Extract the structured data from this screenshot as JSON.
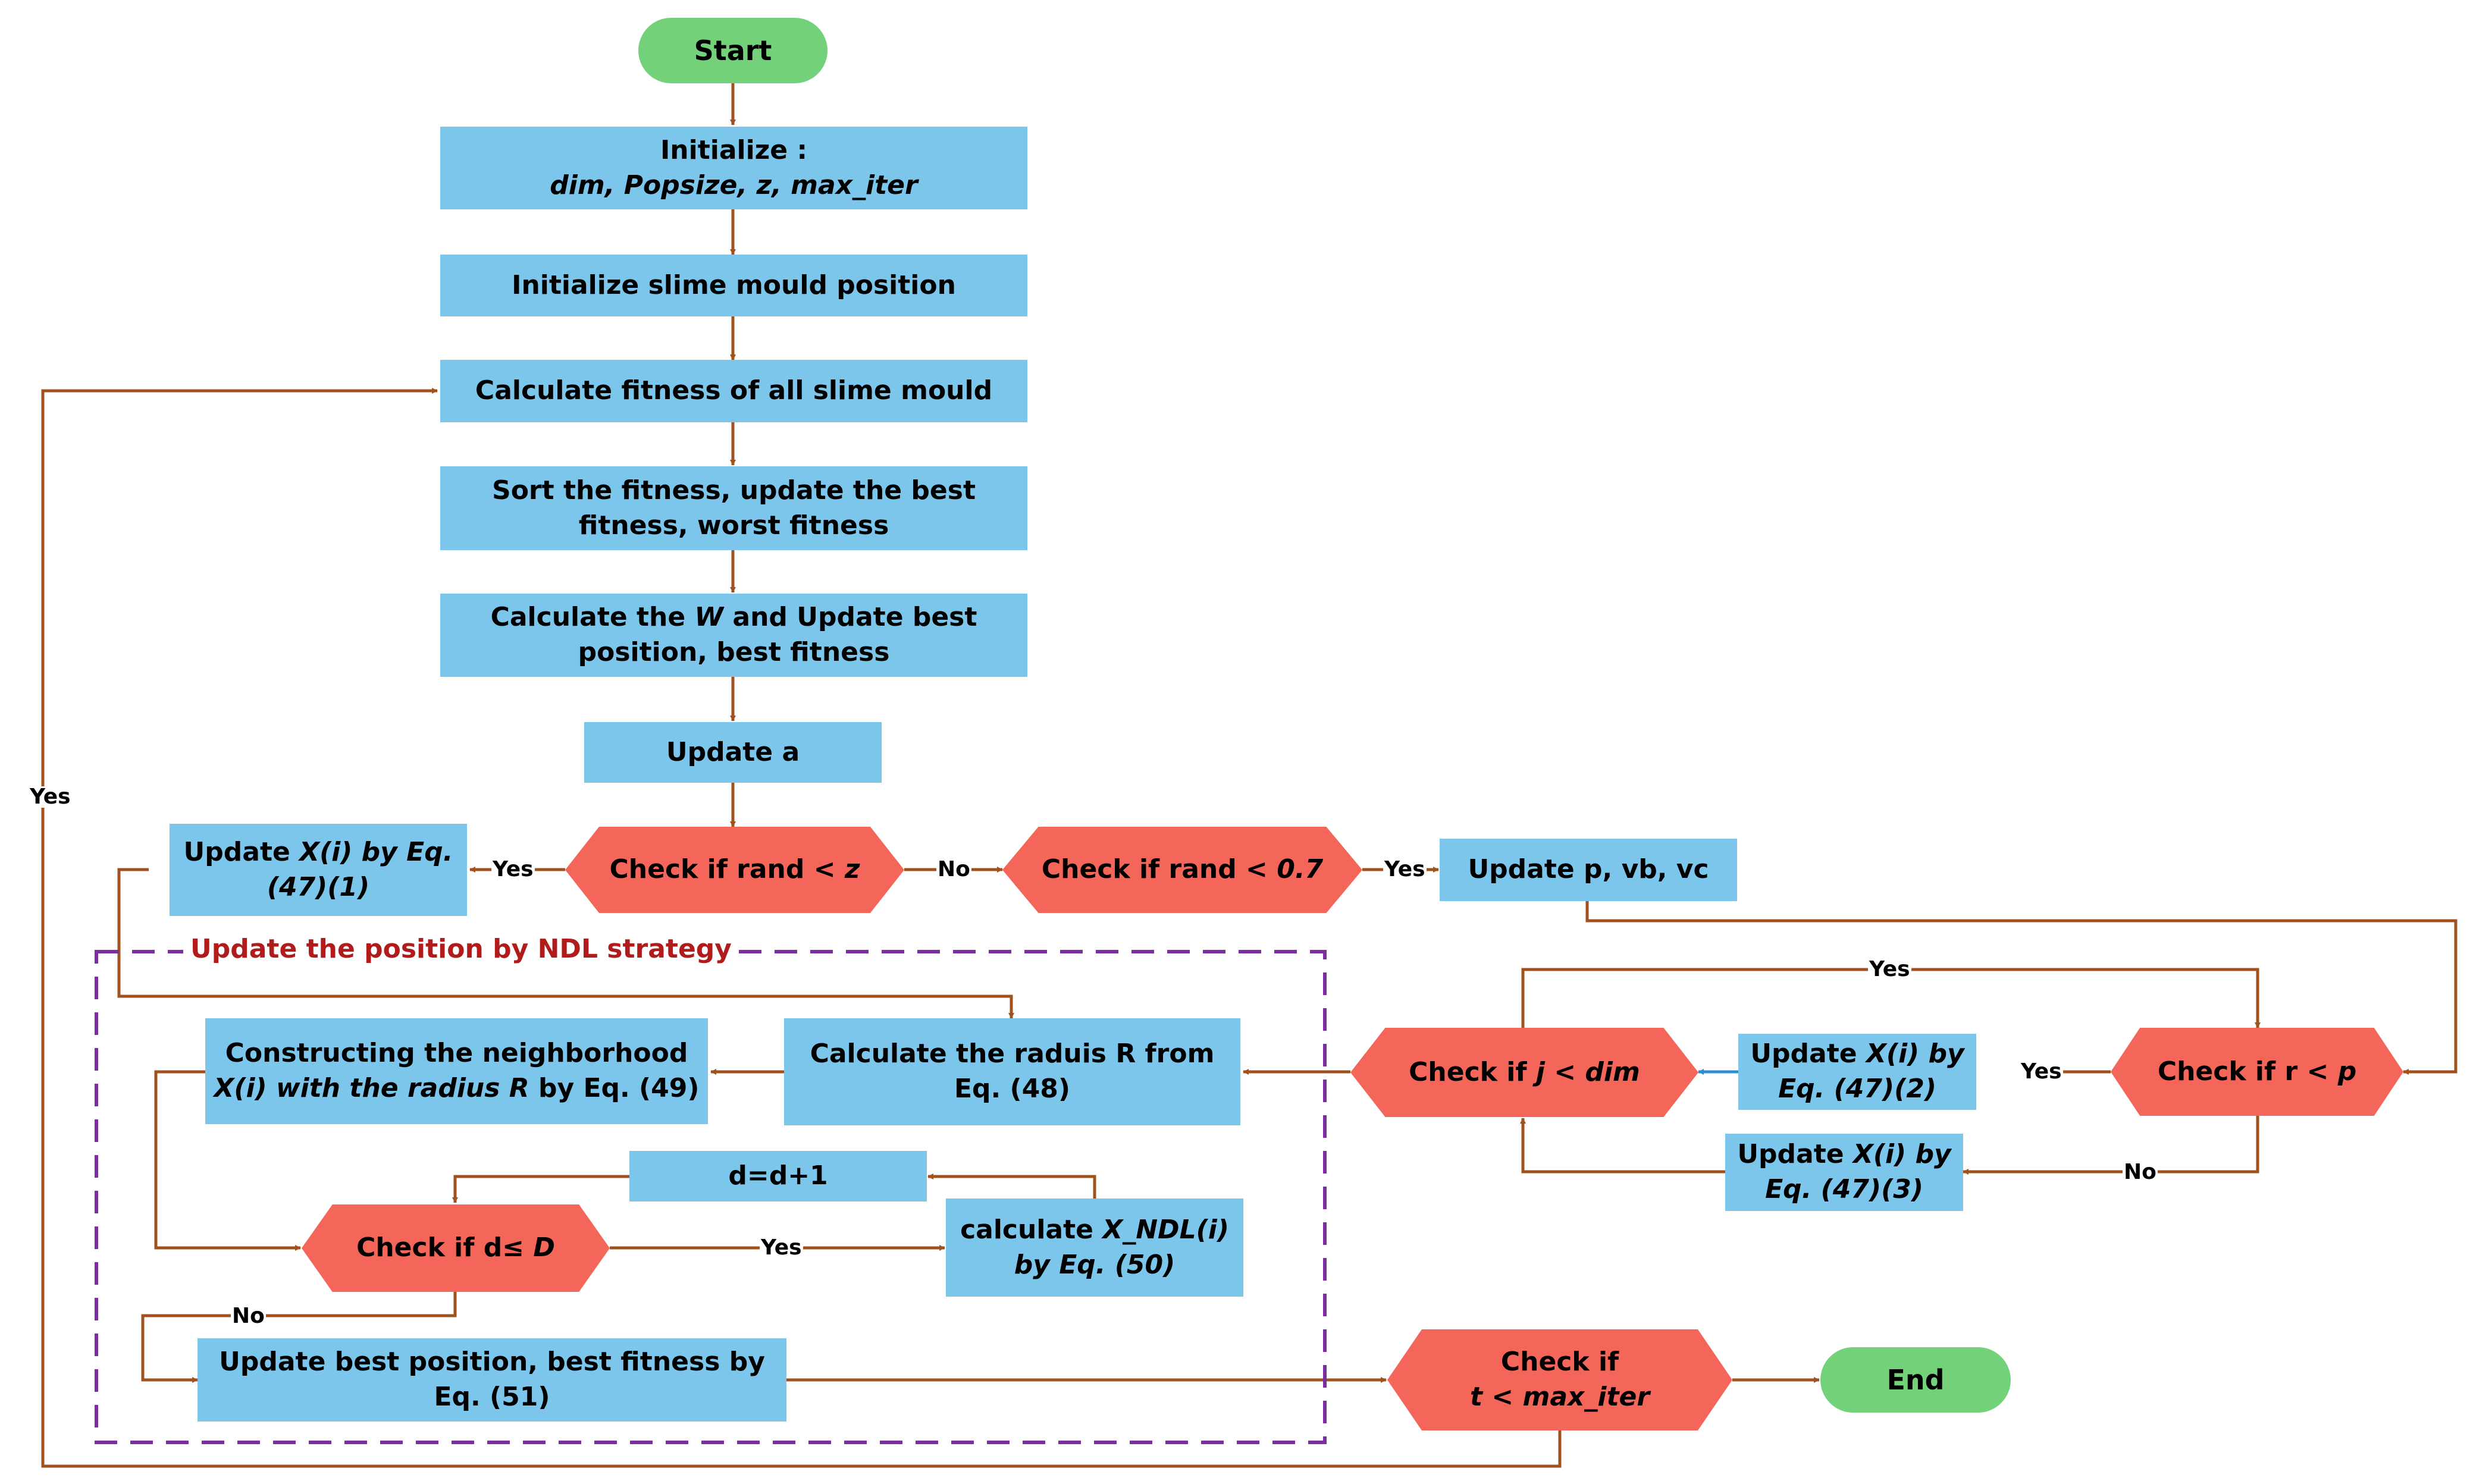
{
  "nodes": {
    "start": "Start",
    "init": {
      "line1": "Initialize :",
      "line2": "dim, Popsize, z, max_iter"
    },
    "init_pos": "Initialize slime mould position",
    "calc_fit": "Calculate fitness of all slime mould",
    "sort": {
      "line1": "Sort the fitness, update the best",
      "line2": "fitness, worst fitness"
    },
    "calc_w": {
      "pre": "Calculate the ",
      "w": "W",
      "post": " and Update best",
      "line2": "position, best fitness"
    },
    "update_a": "Update a",
    "check_z": {
      "pre": "Check if rand  < ",
      "var": "z"
    },
    "update_x1": {
      "pre": "Update ",
      "expr": "X(i) by Eq.",
      "line2": "(47)(1)"
    },
    "check_07": {
      "pre": "Check if rand < ",
      "var": "0.7"
    },
    "update_pvb": "Update p, vb, vc",
    "check_rp": {
      "pre": "Check if r < ",
      "var": "p"
    },
    "update_x2": {
      "line1a": "Update ",
      "line1b": "X(i) by",
      "line2": "Eq. (47)(2)"
    },
    "update_x3": {
      "line1a": "Update ",
      "line1b": "X(i) by",
      "line2": "Eq. (47)(3)"
    },
    "check_jdim": {
      "pre": "Check if  ",
      "j": "j",
      "post": "  < dim"
    },
    "calc_r": {
      "line1": "Calculate the raduis R from",
      "line2": "Eq. (48)"
    },
    "construct": {
      "line1": "Constructing the neighborhood",
      "line2a": "X(i) with the radius R",
      "line2b": " by Eq. (49)"
    },
    "d_inc": "d=d+1",
    "check_d": {
      "pre": "Check if d≤ ",
      "var": "D"
    },
    "calc_ndl": {
      "line1a": "calculate ",
      "line1b": "X_NDL(i)",
      "line2": "by Eq. (50)"
    },
    "update_best": {
      "line1": "Update best position, best fitness by",
      "line2": "Eq. (51)"
    },
    "check_t": {
      "line1": "Check if",
      "line2": "t  < max_iter"
    },
    "end": "End"
  },
  "labels": {
    "yes": "Yes",
    "no": "No",
    "region_title": "Update the position by  NDL strategy"
  },
  "colors": {
    "process": "#7cc6ec",
    "decision": "#f4665a",
    "terminal": "#73d17a",
    "arrow": "#a0521e",
    "arrow_alt": "#2a8fd0",
    "region_border": "#7a2ea0",
    "region_title": "#b01c1c"
  }
}
